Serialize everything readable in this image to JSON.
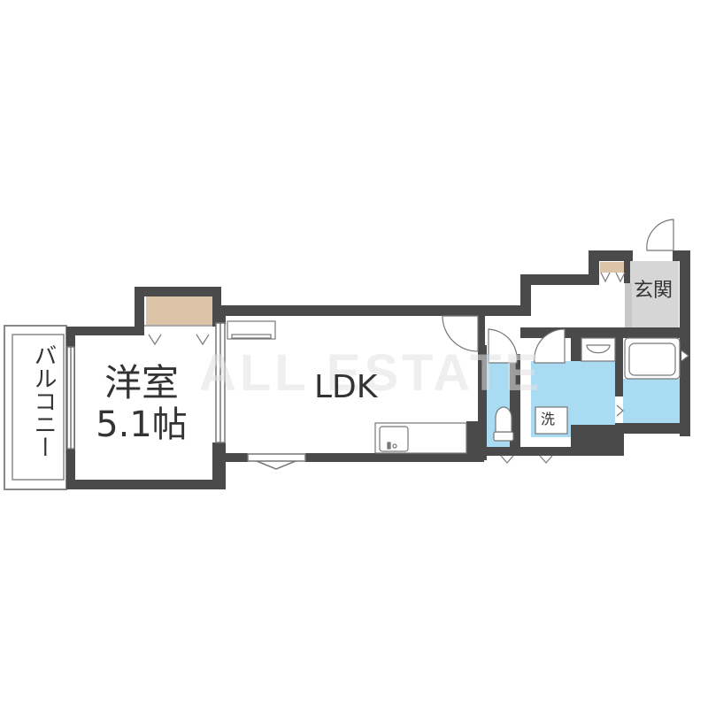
{
  "rooms": {
    "western_room": {
      "name": "洋室",
      "size": "5.1帖"
    },
    "ldk": {
      "name": "LDK"
    },
    "balcony": {
      "name": "バルコニー"
    },
    "entrance": {
      "name": "玄関"
    },
    "washer": {
      "name": "洗"
    }
  },
  "watermark": "ALL ESTATE",
  "colors": {
    "wall": "#4a4a4a",
    "wet_area": "#a9dbf2",
    "storage": "#dcc4a8",
    "entrance": "#d6d6d6",
    "background": "#ffffff"
  }
}
